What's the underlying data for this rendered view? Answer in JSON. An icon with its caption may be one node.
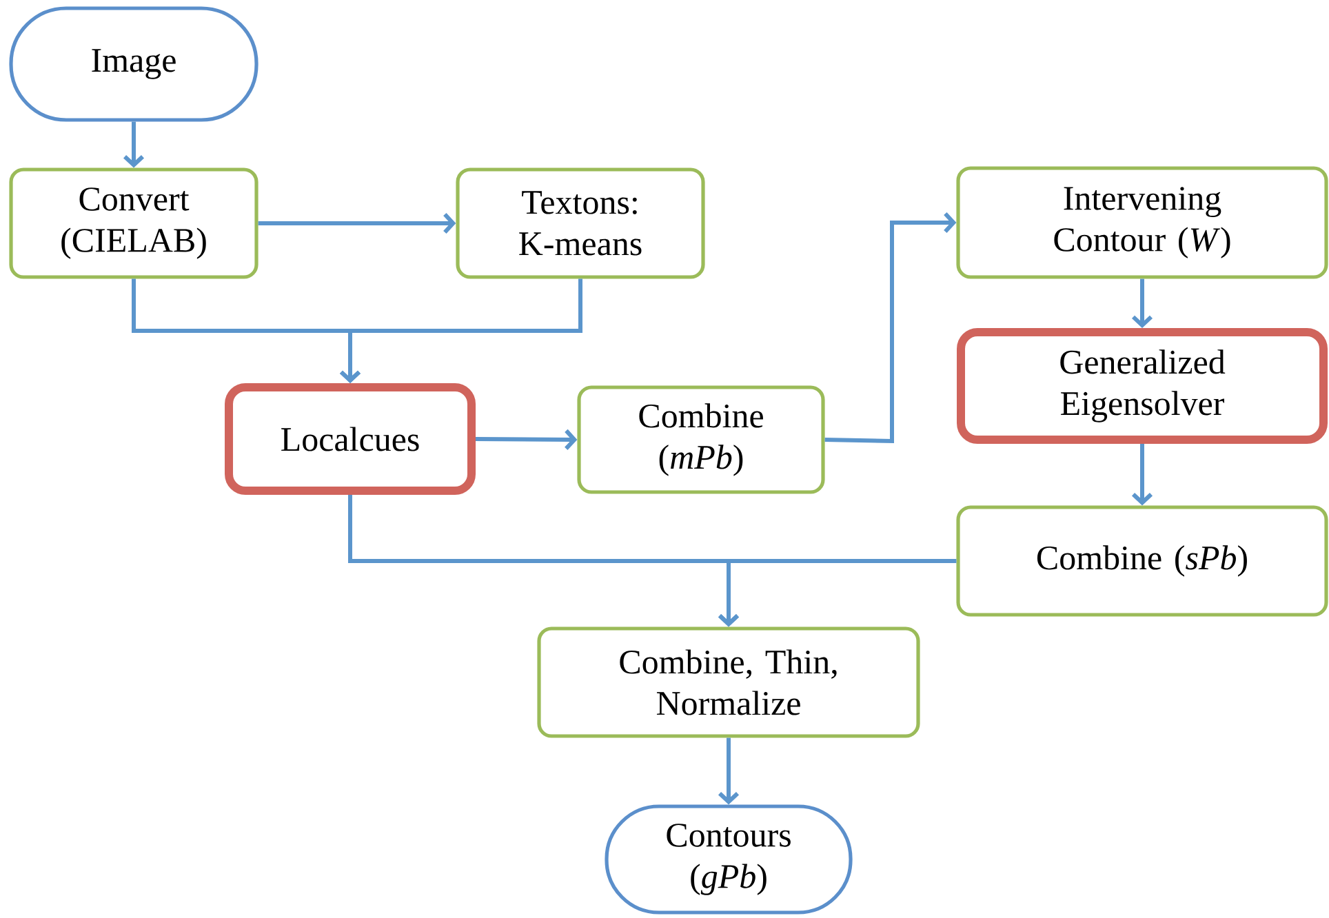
{
  "diagram": {
    "nodes": [
      {
        "text": [
          "Image"
        ]
      },
      {
        "text": [
          "Convert (CIELAB)"
        ]
      },
      {
        "text": [
          "Textons: K-means"
        ]
      },
      {
        "text": [
          "Localcues"
        ]
      },
      {
        "text": [
          "Combine (*mPb*)"
        ]
      },
      {
        "text": [
          "Intervening Contour (*W*)"
        ]
      },
      {
        "text": [
          "Generalized Eigensolver"
        ]
      },
      {
        "text": [
          "Combine (*sPb*)"
        ]
      },
      {
        "text": [
          "Combine, Thin, Normalize"
        ]
      },
      {
        "text": [
          "Contours (*gPb*)"
        ]
      }
    ],
    "edges": [
      {
        "from": 0,
        "to": 1,
        "arrow": "to"
      },
      {
        "from": 1,
        "to": 2,
        "arrow": "to"
      },
      {
        "from": 1,
        "to": 3,
        "arrow": "to"
      },
      {
        "from": 2,
        "to": 3,
        "arrow": "to"
      },
      {
        "from": 3,
        "to": 4,
        "arrow": "to"
      },
      {
        "from": 4,
        "to": 5,
        "arrow": "to"
      },
      {
        "from": 5,
        "to": 6,
        "arrow": "to"
      },
      {
        "from": 6,
        "to": 7,
        "arrow": "to"
      },
      {
        "from": 3,
        "to": 8,
        "arrow": "to"
      },
      {
        "from": 7,
        "to": 8,
        "arrow": "to"
      },
      {
        "from": 8,
        "to": 9,
        "arrow": "to"
      }
    ]
  }
}
